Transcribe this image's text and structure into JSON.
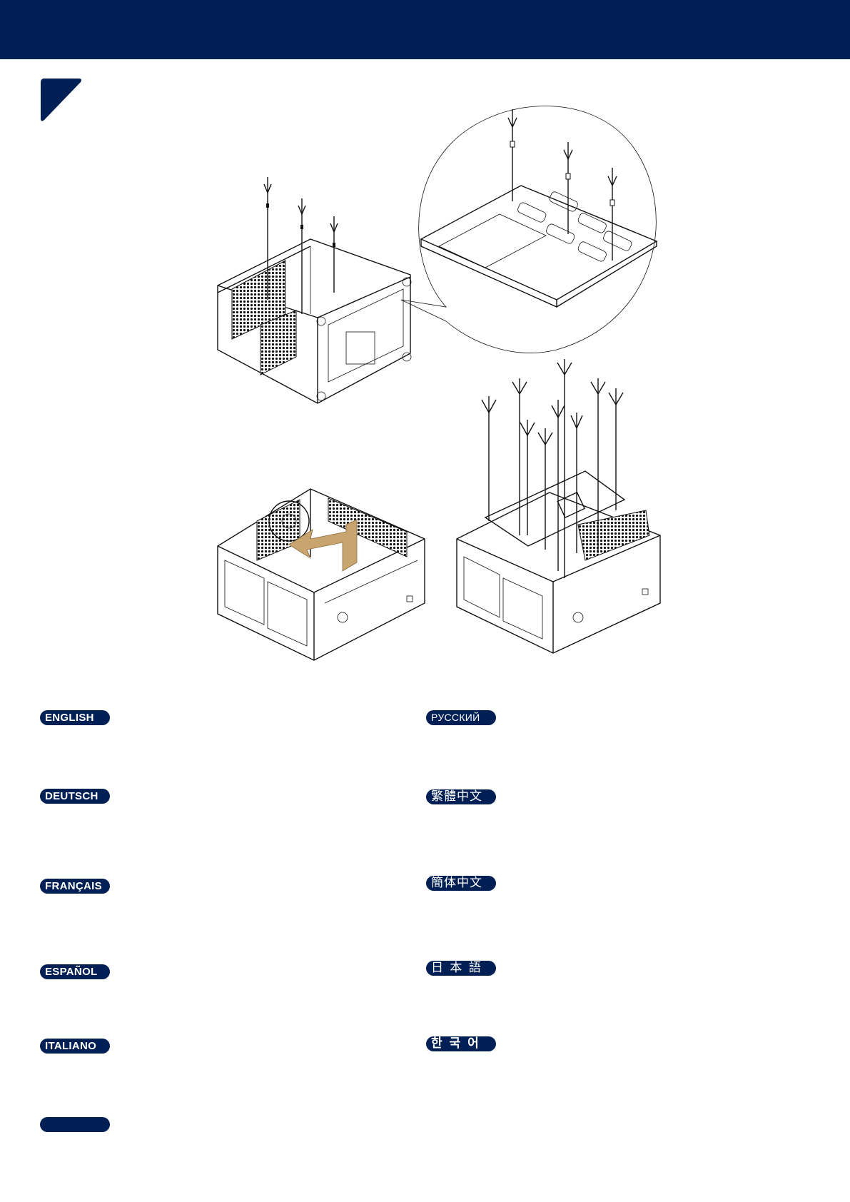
{
  "header": {
    "color": "#002055"
  },
  "step_marker": {
    "color": "#002055",
    "shape": "rounded-triangle"
  },
  "figures": [
    {
      "id": "case-top-view-standoffs",
      "description": "Open case with three screws/standoffs being inserted into motherboard tray",
      "arrows": 3
    },
    {
      "id": "tray-callout-zoom",
      "description": "Magnified callout of motherboard tray showing standoff positions",
      "arrows": 3
    },
    {
      "id": "case-remove-panel",
      "description": "Case with brown arrow indicating component removal direction",
      "arrow_color": "#C8A46E"
    },
    {
      "id": "motherboard-install",
      "description": "Motherboard lowered onto standoffs with nine screws",
      "arrows": 9
    }
  ],
  "languages": {
    "left": [
      {
        "label": "ENGLISH"
      },
      {
        "label": "DEUTSCH"
      },
      {
        "label": "FRANÇAIS"
      },
      {
        "label": "ESPAÑOL"
      },
      {
        "label": "ITALIANO"
      },
      {
        "label": ""
      }
    ],
    "right": [
      {
        "label": "РУССКИЙ"
      },
      {
        "label": "繁體中文"
      },
      {
        "label": "簡体中文"
      },
      {
        "label": "日 本 語"
      },
      {
        "label": "한 국 어"
      }
    ]
  }
}
